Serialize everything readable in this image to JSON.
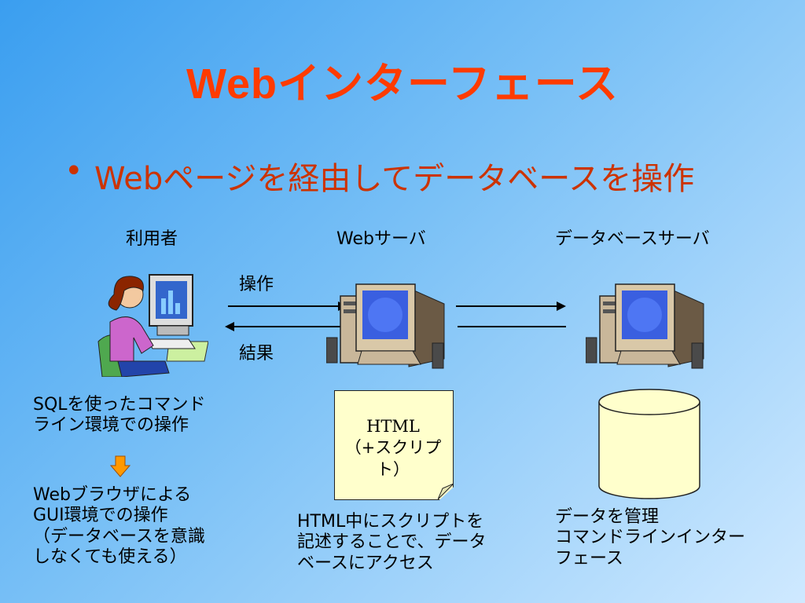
{
  "slide": {
    "title": "Webインターフェース",
    "bullet": "Webページを経由してデータベースを操作"
  },
  "labels": {
    "user": "利用者",
    "web_server": "Webサーバ",
    "db_server": "データベースサーバ",
    "operation": "操作",
    "result": "結果"
  },
  "left_notes": {
    "sql_line1": "SQLを使ったコマンド",
    "sql_line2": "ライン環境での操作",
    "web_line1": "Webブラウザによる",
    "web_line2": "GUI環境での操作",
    "web_line3": "（データベースを意識",
    "web_line4": "しなくても使える）"
  },
  "note_card": {
    "line1": "HTML",
    "line2": "（+スクリプト）"
  },
  "center_caption": {
    "line1": "HTML中にスクリプトを",
    "line2": "記述することで、データ",
    "line3": "ベースにアクセス"
  },
  "right_caption": {
    "line1": "データを管理",
    "line2": "コマンドラインインター",
    "line3": "フェース"
  },
  "colors": {
    "title": "#ff3b00",
    "bullet": "#cc3300",
    "arrow": "#ff9900",
    "note_bg": "#ffffcc",
    "cylinder": "#ffffcc"
  }
}
